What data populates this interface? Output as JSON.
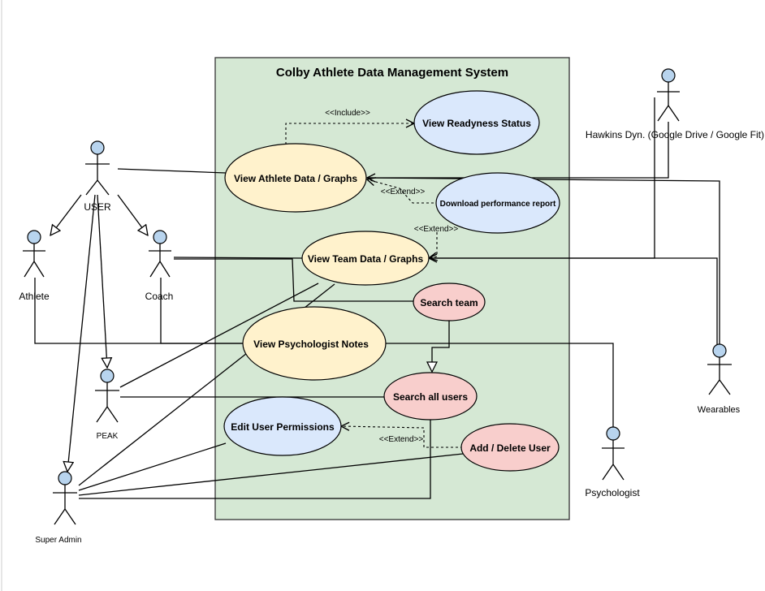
{
  "system": {
    "title": "Colby Athlete Data Management System",
    "fill_color": "#d5e8d4"
  },
  "colors": {
    "use_case_yellow": "#fff2cc",
    "use_case_blue": "#dae8fc",
    "use_case_red": "#f8cecc",
    "actor_head": "#b8d4ee",
    "edge": "#000000"
  },
  "use_cases": {
    "view_readyness": "View Readyness Status",
    "view_athlete_data": "View Athlete Data / Graphs",
    "download_report": "Download performance report",
    "view_team_data": "View Team Data / Graphs",
    "search_team": "Search team",
    "view_psych_notes": "View Psychologist Notes",
    "search_all_users": "Search all users",
    "edit_permissions": "Edit User Permissions",
    "add_delete_user": "Add / Delete User"
  },
  "actors": {
    "user": "USER",
    "athlete": "Athlete",
    "coach": "Coach",
    "peak": "PEAK",
    "super_admin": "Super  Admin",
    "hawkins": "Hawkins Dyn. (Google Drive / Google Fit)",
    "wearables": "Wearables",
    "psychologist": "Psychologist"
  },
  "relations": {
    "include": "<<Include>>",
    "extend_1": "<<Extend>>",
    "extend_2": "<<Extend>>",
    "extend_3": "<<Extend>>"
  }
}
